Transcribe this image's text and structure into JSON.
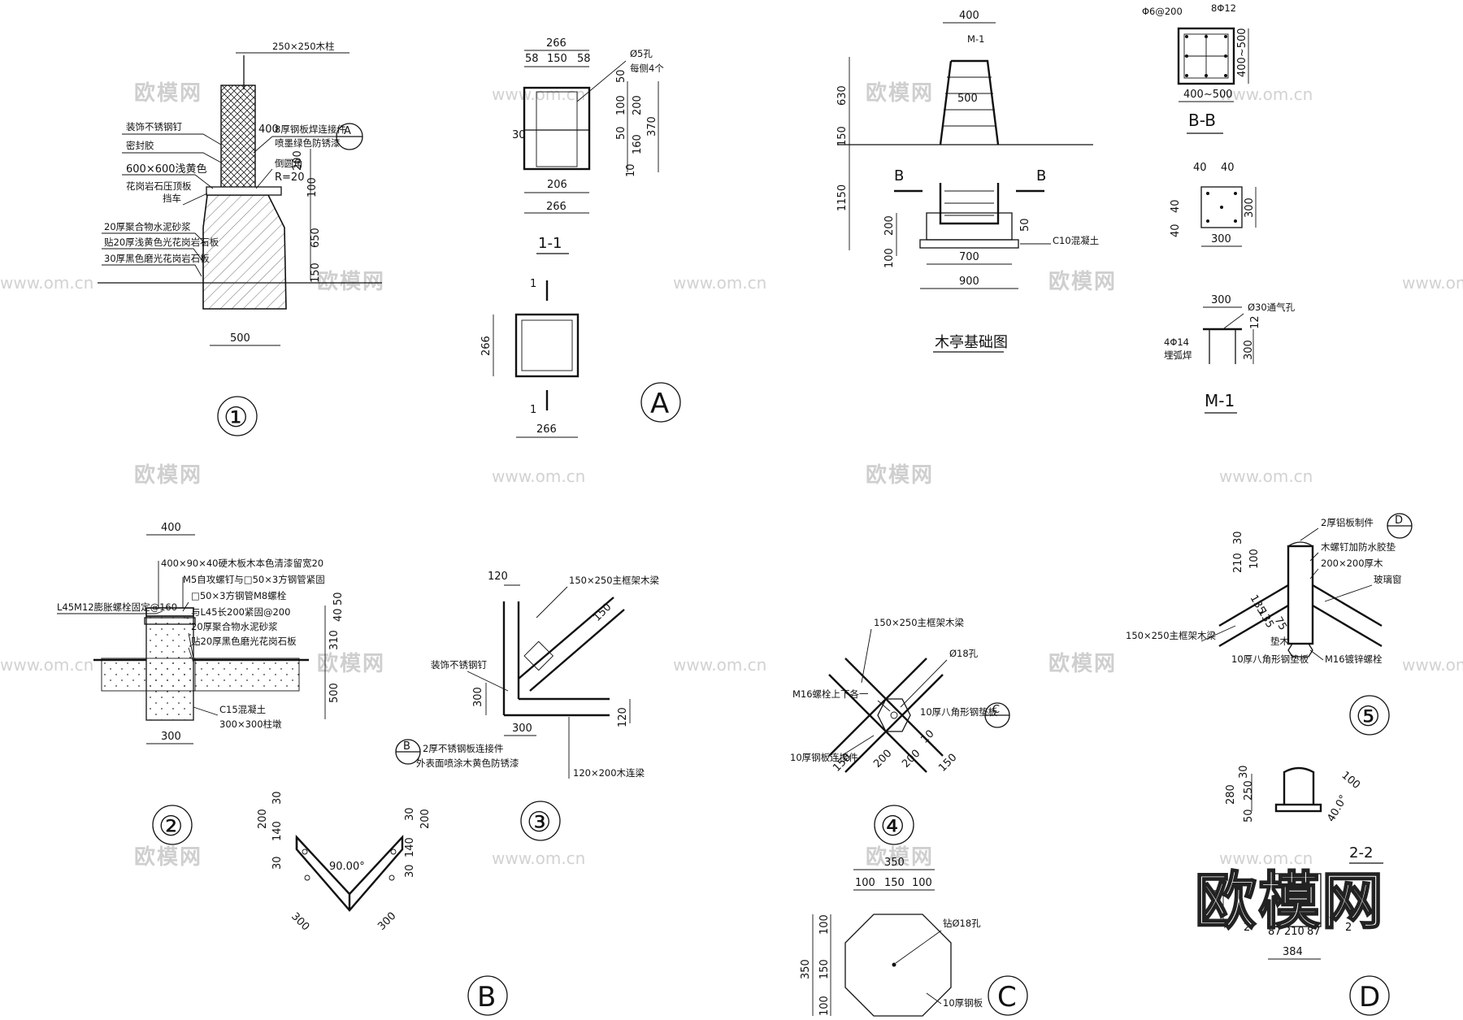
{
  "watermark": {
    "cn": "欧模网",
    "url": "www.om.cn",
    "logo": "欧模网"
  },
  "detail1": {
    "tag": "①",
    "col_size": "250×250木柱",
    "d_400": "400",
    "s_left1": "装饰不锈钢钉",
    "s_left2": "密封胶",
    "s_left3": "600×600浅黄色",
    "s_left4": "花岗岩石压顶板",
    "s_left5": "挡车",
    "s_left6": "20厚聚合物水泥砂浆",
    "s_left7": "贴20厚浅黄色光花岗岩石板",
    "s_left8": "30厚黑色磨光花岗岩石板",
    "s_right1": "8厚钢板焊连接件",
    "s_right2": "喷墨绿色防锈漆",
    "s_right3": "倒圆角",
    "s_right4": "R=20",
    "d_200": "200",
    "d_100": "100",
    "d_650": "650",
    "d_150": "150",
    "d_500": "500",
    "callout": "A"
  },
  "detail1_1": {
    "title": "1-1",
    "d_266": "266",
    "d_58a": "58",
    "d_150": "150",
    "d_58b": "58",
    "hole": "Ø5孔",
    "hole2": "每侧4个",
    "d_50a": "50",
    "d_100": "100",
    "d_50b": "50",
    "d_200": "200",
    "d_160": "160",
    "d_370": "370",
    "d_10": "10",
    "d_30": "30",
    "d_206": "206",
    "d_266b": "266"
  },
  "detailA": {
    "tag": "A",
    "d_266a": "266",
    "d_266b": "266",
    "cut1": "1",
    "cut2": "1"
  },
  "foundation": {
    "title": "木亭基础图",
    "d_400": "400",
    "m1": "M-1",
    "d_500": "500",
    "d_630": "630",
    "d_150": "150",
    "d_1150": "1150",
    "d_200": "200",
    "d_100": "100",
    "d_50": "50",
    "b_left": "B",
    "b_right": "B",
    "c10": "C10混凝土",
    "d_700": "700",
    "d_900": "900"
  },
  "sectionBB": {
    "title": "B-B",
    "tie": "Φ6@200",
    "rebar": "8Φ12",
    "d_side": "400~500",
    "d_bot": "400~500"
  },
  "plateM1": {
    "d_40a": "40",
    "d_40b": "40",
    "d_40c": "40",
    "d_40d": "40",
    "d_300a": "300",
    "d_300b": "300"
  },
  "m1": {
    "title": "M-1",
    "d_300": "300",
    "vent": "Ø30通气孔",
    "bar": "4Φ14",
    "bar2": "埋弧焊",
    "d_12": "12",
    "d_300b": "300"
  },
  "detail2": {
    "tag": "②",
    "d_400": "400",
    "n1": "400×90×40硬木板木本色清漆留宽20",
    "n2": "M5自攻螺钉与□50×3方钢管紧固",
    "n3": "L45M12膨胀螺栓固定@160",
    "n4": "□50×3方钢管M8螺栓",
    "n5": "与L45长200紧固@200",
    "n6": "20厚聚合物水泥砂浆",
    "n7": "贴20厚黑色磨光花岗石板",
    "n8": "C15混凝土",
    "n9": "300×300柱墩",
    "d_300": "300",
    "d_40": "40",
    "d_50": "50",
    "d_310": "310",
    "d_500": "500"
  },
  "detail3": {
    "tag": "③",
    "d_120a": "120",
    "beam": "150×250主框架木梁",
    "d_150": "150",
    "n1": "装饰不锈钢钉",
    "d_300a": "300",
    "d_300b": "300",
    "d_120b": "120",
    "tie": "120×200木连梁",
    "callout": "B",
    "n2": "2厚不锈钢板连接件",
    "n3": "外表面喷涂木黄色防锈漆"
  },
  "detailB": {
    "tag": "B",
    "angle": "90.00°",
    "d_200a": "200",
    "d_140a": "140",
    "d_30a": "30",
    "d_30b": "30",
    "d_200b": "200",
    "d_140b": "140",
    "d_30c": "30",
    "d_30d": "30",
    "d_300a": "300",
    "d_300b": "300"
  },
  "detail4": {
    "tag": "④",
    "beam": "150×250主框架木梁",
    "hole": "Ø18孔",
    "bolt": "M16螺栓上下各一",
    "plate": "10厚八角形钢垫板",
    "conn": "10厚钢板连接件",
    "callout": "C",
    "d_150a": "150",
    "d_200a": "200",
    "d_200b": "200",
    "d_150b": "150",
    "d_10": "10"
  },
  "detailC": {
    "tag": "C",
    "d_350a": "350",
    "d_100a": "100",
    "d_150a": "150",
    "d_100b": "100",
    "d_350b": "350",
    "d_100c": "100",
    "d_150b": "150",
    "d_100d": "100",
    "hole": "钻Ø18孔",
    "plate": "10厚钢板"
  },
  "detail5": {
    "tag": "⑤",
    "n1": "2厚铝板制件",
    "n2": "木螺钉加防水胶垫",
    "n3": "200×200厚木",
    "n4": "玻璃窗",
    "beam": "150×250主框架木梁",
    "n5": "垫木",
    "n6": "10厚八角形钢垫板",
    "n7": "M16镀锌螺栓",
    "callout": "D",
    "d_30": "30",
    "d_210": "210",
    "d_100": "100",
    "d_135a": "135",
    "d_135b": "135",
    "d_75": "75"
  },
  "detailD": {
    "tag": "D",
    "sec": "2-2",
    "d_30": "30",
    "d_280": "280",
    "d_250": "250",
    "d_50": "50",
    "d_100": "100",
    "d_ang": "40.0°",
    "d_384a": "384",
    "d_384b": "384",
    "d_87a": "87",
    "d_210": "210",
    "d_87b": "87",
    "cut1": "2",
    "cut2": "2"
  }
}
